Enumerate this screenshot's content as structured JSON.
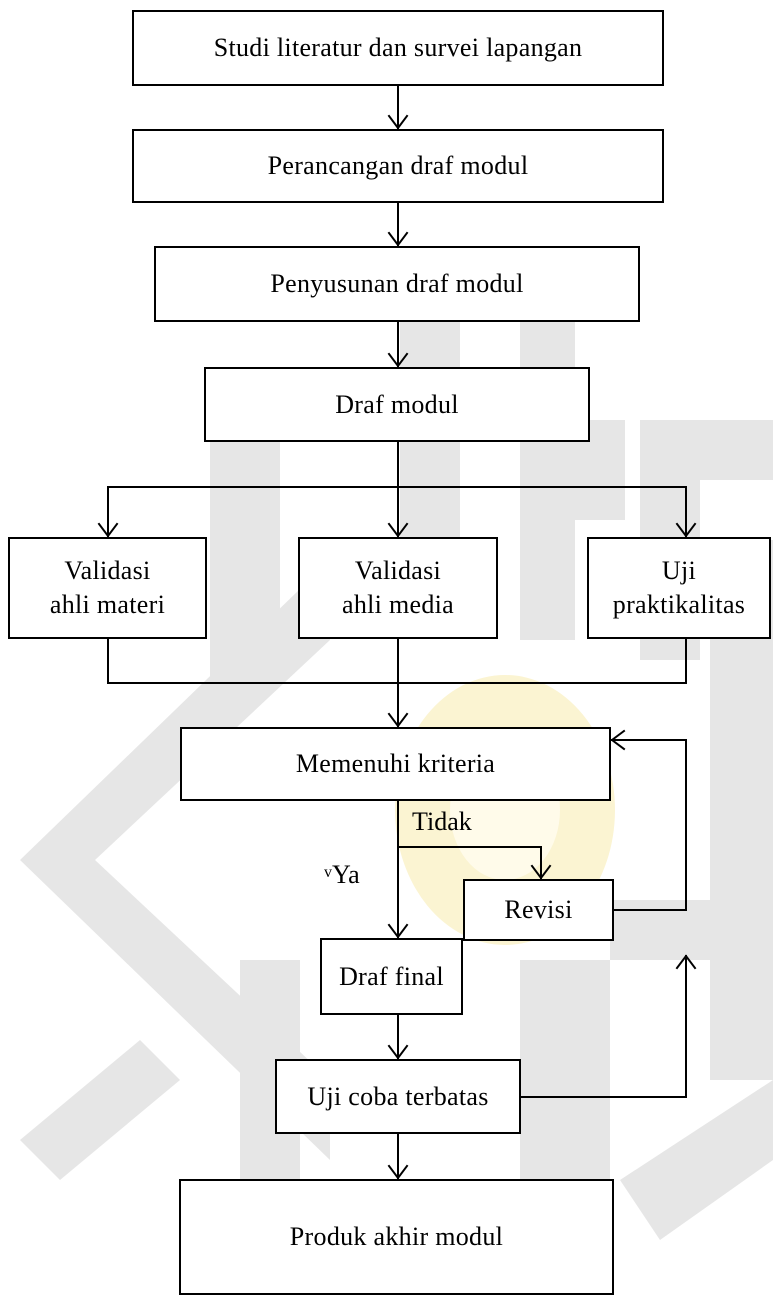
{
  "diagram": {
    "nodes": {
      "studi": "Studi  literatur dan  survei  lapangan",
      "perancangan": "Perancangan  draf modul",
      "penyusunan": "Penyusunan draf modul",
      "draf_modul": "Draf modul",
      "validasi_materi": "Validasi\nahli  materi",
      "validasi_media": "Validasi\nahli  media",
      "uji_praktikalitas": "Uji\npraktikalitas",
      "memenuhi": "Memenuhi  kriteria",
      "revisi": "Revisi",
      "draf_final": "Draf  final",
      "uji_coba": "Uji  coba  terbatas",
      "produk": "Produk  akhir modul"
    },
    "edge_labels": {
      "tidak": "Tidak",
      "ya": "Ya",
      "ya_mark": "v"
    }
  },
  "watermark": {
    "color_gray": "#e6e6e6",
    "color_yellow": "#fbf4d2"
  }
}
